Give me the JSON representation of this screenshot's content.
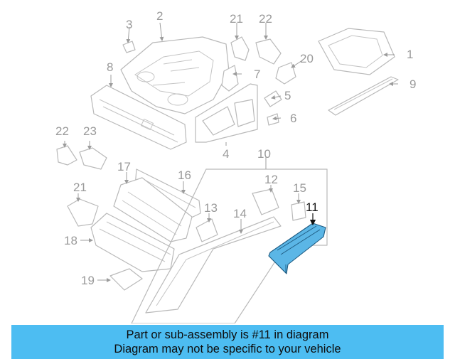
{
  "diagram": {
    "callouts": {
      "c1": "1",
      "c2": "2",
      "c3": "3",
      "c4": "4",
      "c5": "5",
      "c6": "6",
      "c7": "7",
      "c8": "8",
      "c9": "9",
      "c10": "10",
      "c11": "11",
      "c12": "12",
      "c13": "13",
      "c14": "14",
      "c15": "15",
      "c16": "16",
      "c17": "17",
      "c18": "18",
      "c19": "19",
      "c20": "20",
      "c21a": "21",
      "c21b": "21",
      "c22a": "22",
      "c22b": "22",
      "c23": "23"
    },
    "highlighted_part": "11",
    "highlight_color": "#5bb6e6",
    "banner_color": "#4dbdf2"
  },
  "banner": {
    "line1": "Part or sub-assembly is #11 in diagram",
    "line2": "Diagram may not be specific to your vehicle"
  }
}
